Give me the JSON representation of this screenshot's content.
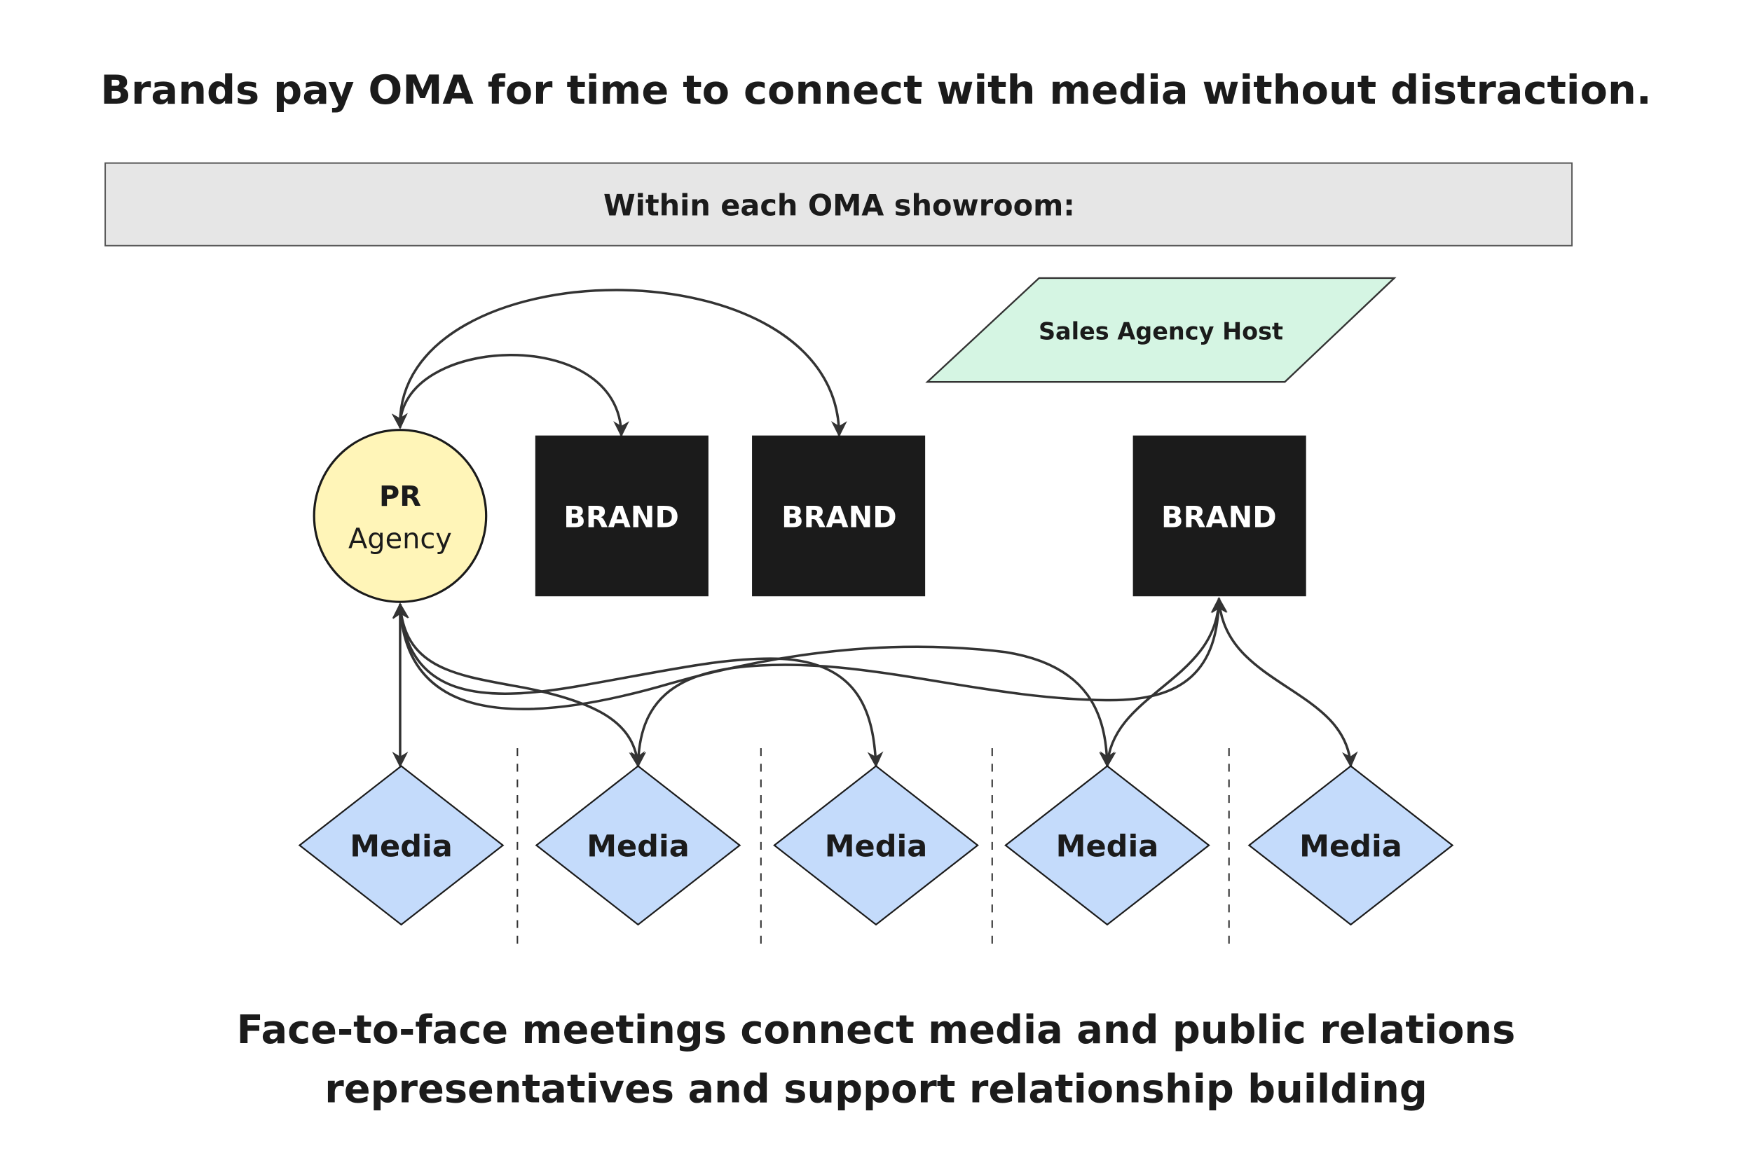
{
  "header": {
    "title": "Brands pay OMA for time to connect with media without distraction.",
    "subtitle_banner": "Within each OMA showroom:"
  },
  "nodes": {
    "sales_agency_host": {
      "label": "Sales Agency Host",
      "color": "#d5f5e3"
    },
    "pr_agency": {
      "label_line1": "PR",
      "label_line2": "Agency",
      "color": "#fff5b8"
    },
    "brands": [
      {
        "label": "BRAND",
        "color": "#1b1b1b"
      },
      {
        "label": "BRAND",
        "color": "#1b1b1b"
      },
      {
        "label": "BRAND",
        "color": "#1b1b1b"
      }
    ],
    "media": [
      {
        "label": "Media",
        "color": "#c4dbfb"
      },
      {
        "label": "Media",
        "color": "#c4dbfb"
      },
      {
        "label": "Media",
        "color": "#c4dbfb"
      },
      {
        "label": "Media",
        "color": "#c4dbfb"
      },
      {
        "label": "Media",
        "color": "#c4dbfb"
      }
    ]
  },
  "edges": [
    {
      "from": "pr_agency",
      "to": "brand_1",
      "bidirectional": true
    },
    {
      "from": "pr_agency",
      "to": "brand_2",
      "bidirectional": true
    },
    {
      "from": "pr_agency",
      "to": "media_1",
      "bidirectional": true
    },
    {
      "from": "pr_agency",
      "to": "media_2",
      "bidirectional": true
    },
    {
      "from": "pr_agency",
      "to": "media_3",
      "bidirectional": true
    },
    {
      "from": "pr_agency",
      "to": "media_4",
      "bidirectional": true
    },
    {
      "from": "brand_3",
      "to": "media_2",
      "bidirectional": true
    },
    {
      "from": "brand_3",
      "to": "media_4",
      "bidirectional": true
    },
    {
      "from": "brand_3",
      "to": "media_5",
      "bidirectional": true
    }
  ],
  "footer": {
    "line1": "Face-to-face meetings connect media and public relations",
    "line2": "representatives and support relationship building"
  },
  "colors": {
    "banner_fill": "#e6e6e6",
    "edge": "#333333",
    "text": "#1b1b1b"
  }
}
